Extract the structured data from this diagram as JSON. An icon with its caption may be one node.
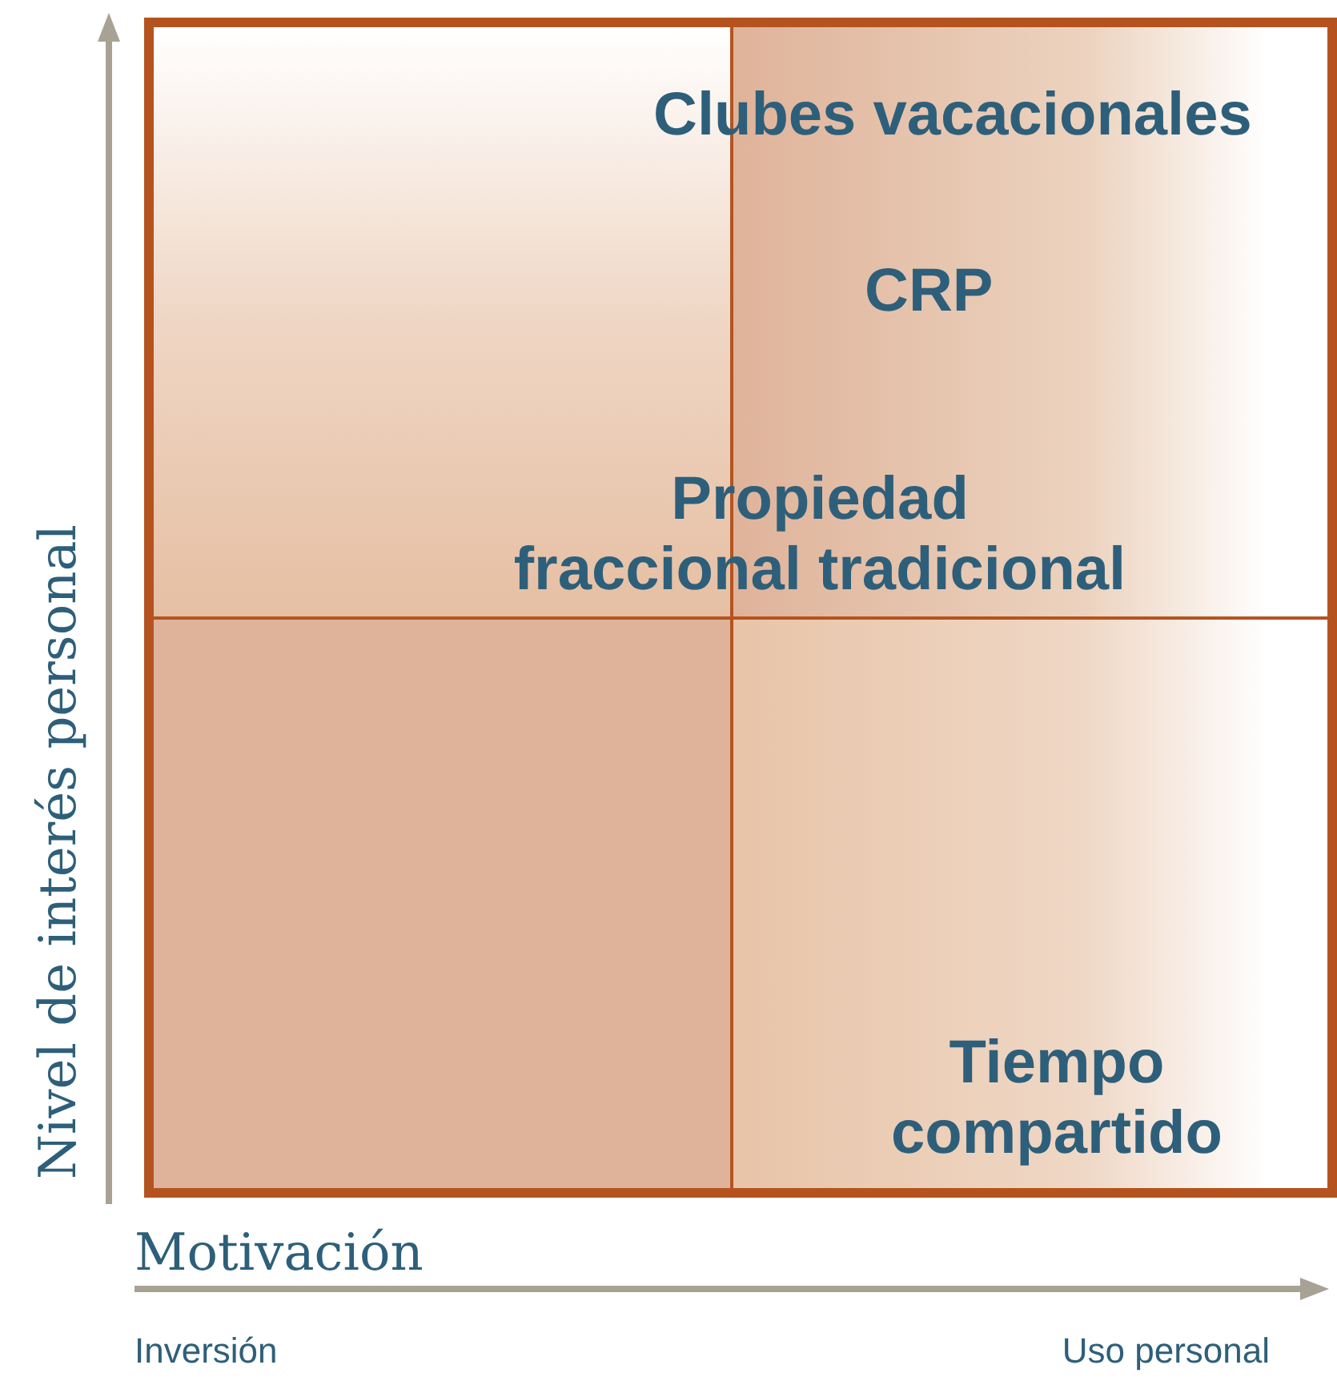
{
  "diagram": {
    "labels": [
      "Clubes vacacionales",
      "CRP",
      "Propiedad fraccional tradicional",
      "Tiempo compartido",
      "Nivel de interés personal",
      "Motivación",
      "Inversión",
      "Uso personal"
    ]
  }
}
